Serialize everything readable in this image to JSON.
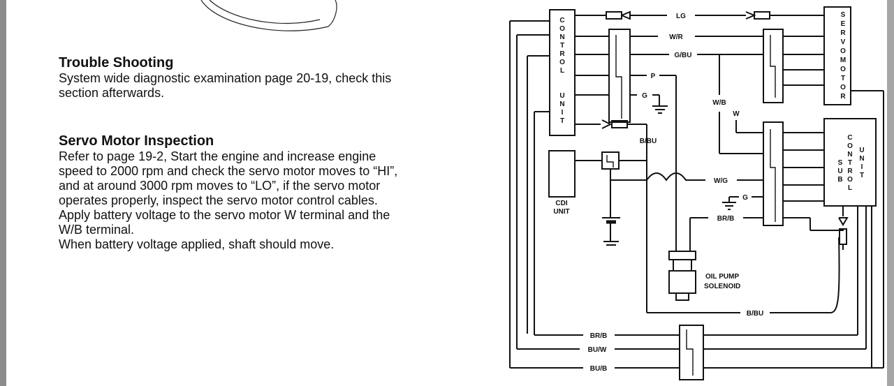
{
  "document": {
    "sections": [
      {
        "heading": "Trouble Shooting",
        "body": "System wide diagnostic examination page 20-19, check this\nsection afterwards."
      },
      {
        "heading": "Servo Motor Inspection",
        "body": "Refer to page 19-2, Start the engine and increase engine\nspeed to 2000 rpm and check the servo motor moves to “HI”,\nand at around 3000 rpm moves to “LO”, if the servo motor\noperates properly, inspect the servo motor control cables.\nApply battery voltage to the servo motor W terminal and the\nW/B terminal.\nWhen battery voltage applied, shaft should move."
      }
    ]
  },
  "diagram": {
    "control_unit": [
      "C",
      "O",
      "N",
      "T",
      "R",
      "O",
      "L",
      "",
      "U",
      "N",
      "I",
      "T"
    ],
    "servo_motor": [
      "S",
      "E",
      "R",
      "V",
      "O",
      "M",
      "O",
      "T",
      "O",
      "R"
    ],
    "sub_col1": [
      "S",
      "U",
      "B"
    ],
    "sub_col2": [
      "C",
      "O",
      "N",
      "T",
      "R",
      "O",
      "L"
    ],
    "sub_col3": [
      "U",
      "N",
      "I",
      "T"
    ],
    "wires": {
      "lg": "LG",
      "wr": "W/R",
      "gbu": "G/BU",
      "p": "P",
      "g1": "G",
      "bbu1": "B/BU",
      "wb": "W/B",
      "w": "W",
      "wg": "W/G",
      "g2": "G",
      "brb1": "BR/B",
      "bbu2": "B/BU",
      "brb2": "BR/B",
      "buw": "BU/W",
      "bub": "BU/B"
    },
    "cdi_line1": "CDI",
    "cdi_line2": "UNIT",
    "oil_line1": "OIL PUMP",
    "oil_line2": "SOLENOID"
  }
}
